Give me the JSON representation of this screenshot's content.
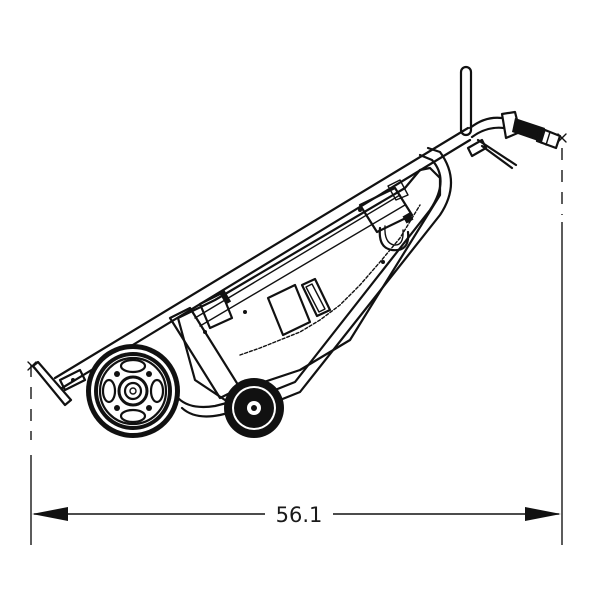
{
  "drawing": {
    "subject": "hand-truck-side-view",
    "view": "side elevation",
    "line_color": "#111111",
    "background": "#ffffff"
  },
  "dimension": {
    "value": "56.1",
    "orientation": "horizontal",
    "extends_from": "nose-plate-tip",
    "extends_to": "handle-grip-tip"
  },
  "components": [
    {
      "name": "nose-plate"
    },
    {
      "name": "large-rear-wheel"
    },
    {
      "name": "small-front-wheel"
    },
    {
      "name": "main-frame-rail"
    },
    {
      "name": "curved-frame-loop"
    },
    {
      "name": "appliance-strap-assembly"
    },
    {
      "name": "vertical-handle-post"
    },
    {
      "name": "angled-grip-handle"
    },
    {
      "name": "ratchet-lever"
    }
  ]
}
